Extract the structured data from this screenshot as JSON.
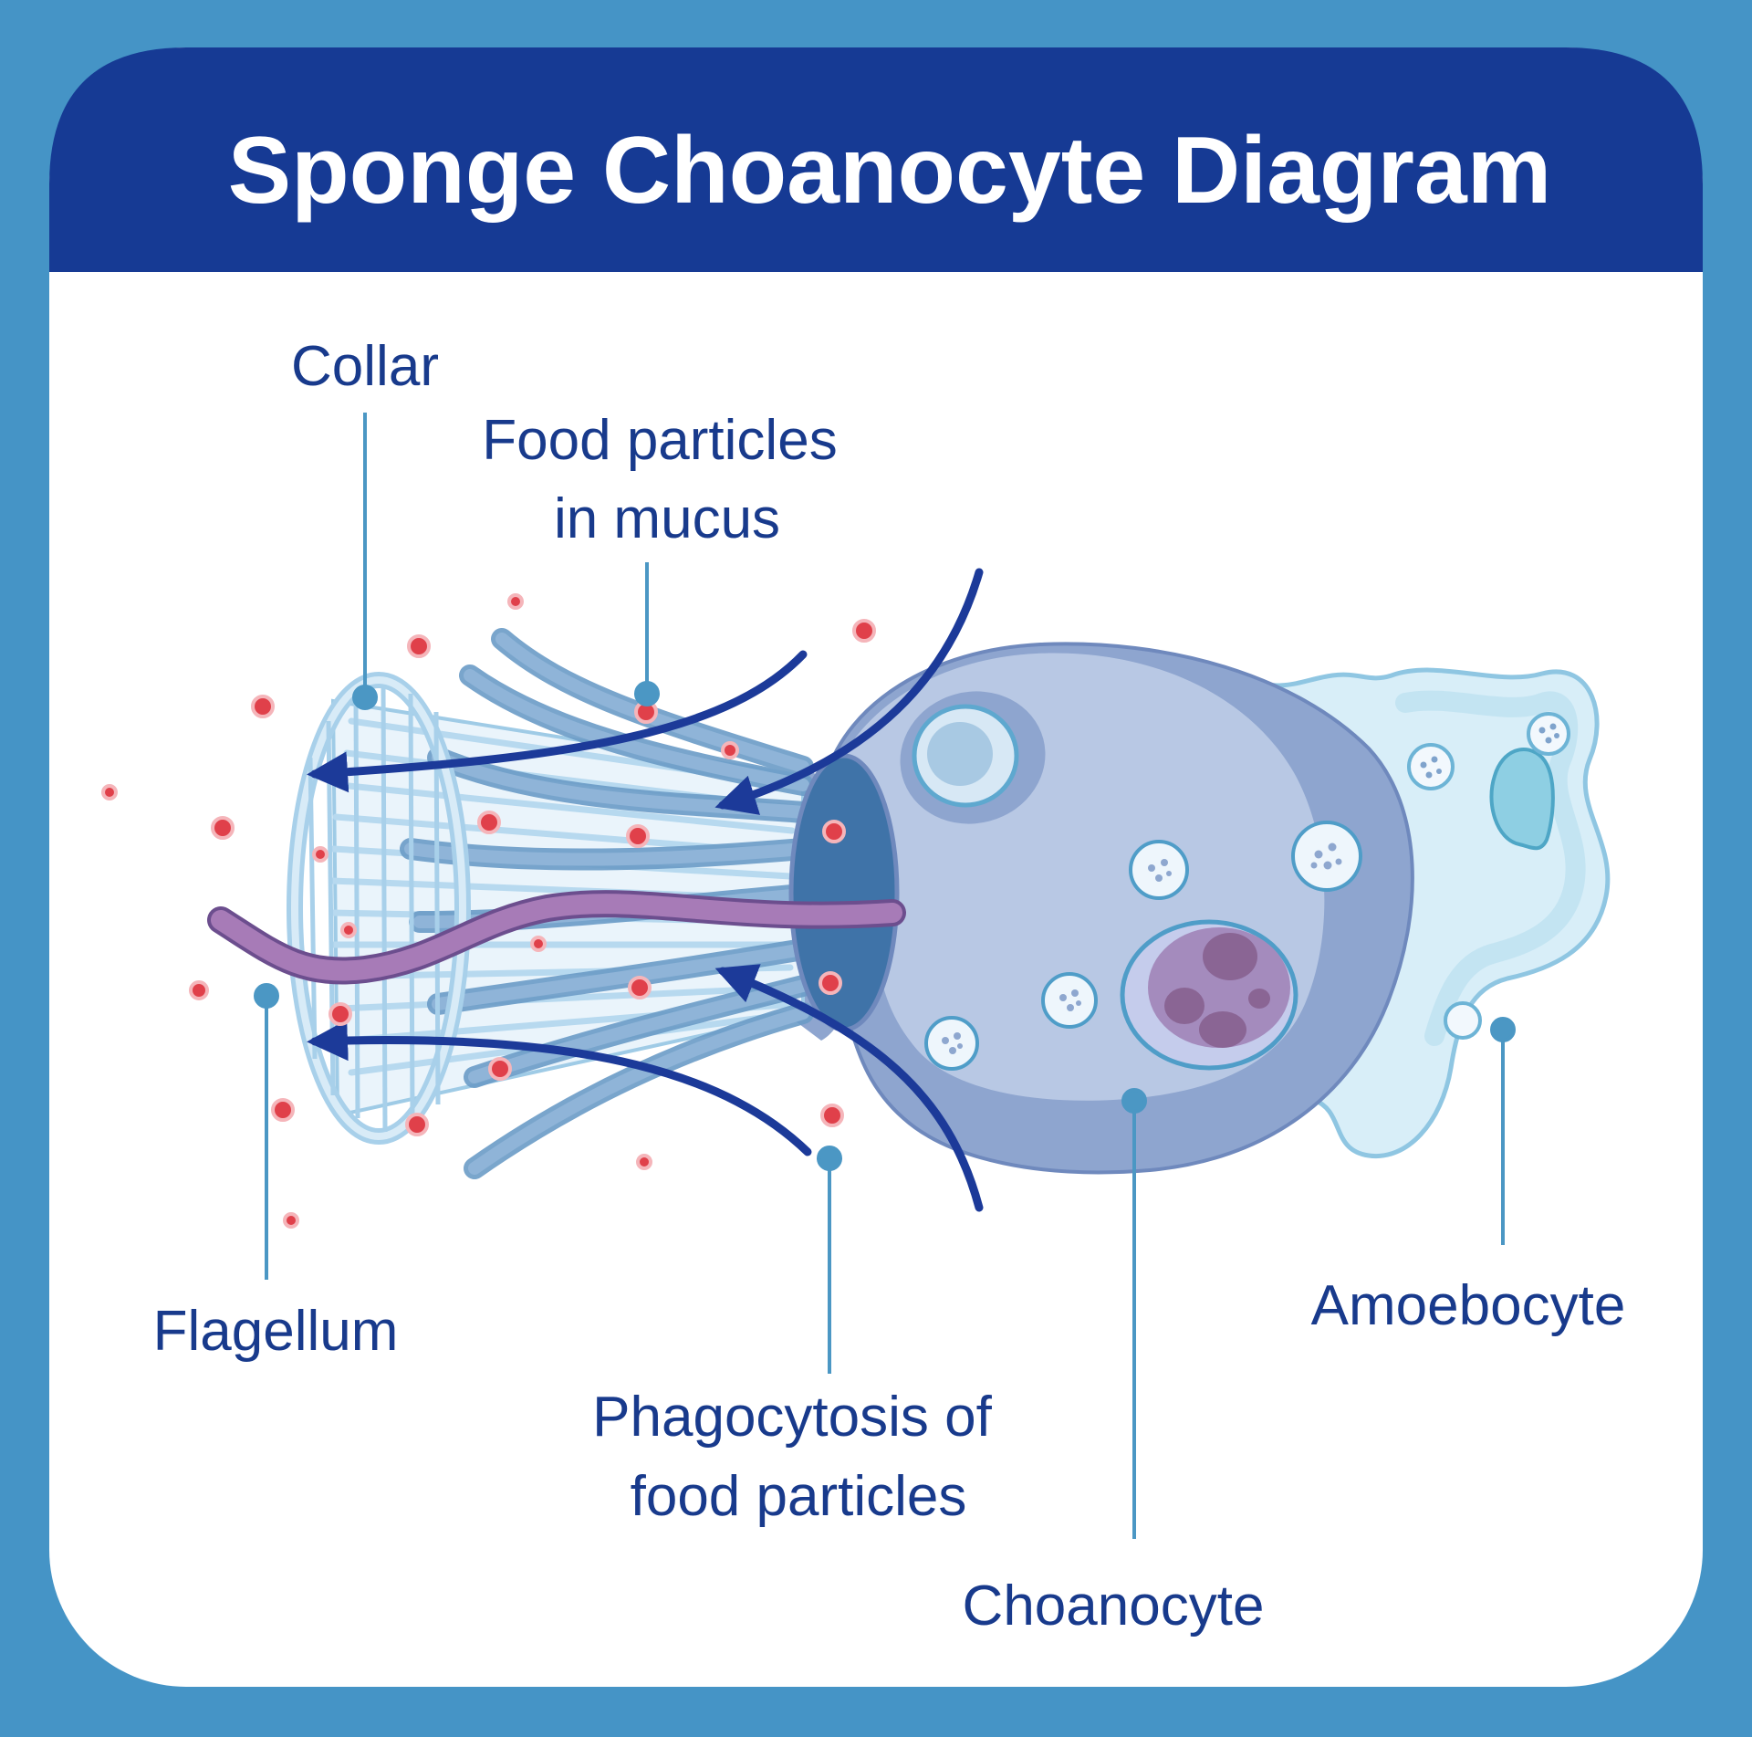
{
  "title": "Sponge Choanocyte Diagram",
  "colors": {
    "frame": "#4594c6",
    "header": "#163a94",
    "panel": "#ffffff",
    "label_text": "#183a8c",
    "leader_line": "#4b97c4",
    "arrow": "#1c3a99",
    "cell_body": "#b8c8e4",
    "cell_shadow": "#8ea5cf",
    "nucleus": "#a48bbd",
    "flagellum": "#a77bb7",
    "food_particle": "#e0404a",
    "amoebocyte": "#d8eef8"
  },
  "labels": {
    "collar": "Collar",
    "food_particles_line1": "Food particles",
    "food_particles_line2": "in mucus",
    "flagellum": "Flagellum",
    "phagocytosis_line1": "Phagocytosis of",
    "phagocytosis_line2": "food particles",
    "choanocyte": "Choanocyte",
    "amoebocyte": "Amoebocyte"
  }
}
